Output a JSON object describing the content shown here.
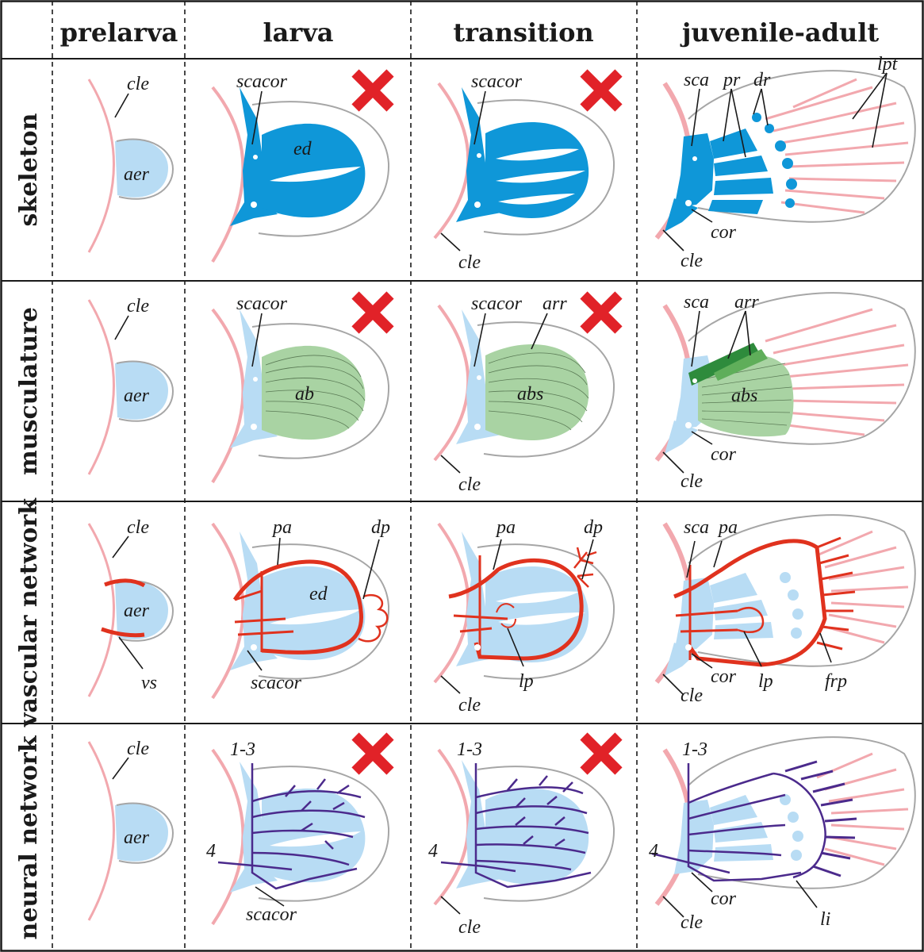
{
  "columns": [
    "prelarva",
    "larva",
    "transition",
    "juvenile-adult"
  ],
  "rows": [
    "skeleton",
    "musculature",
    "vascular network",
    "neural network"
  ],
  "labels": {
    "cle": "cle",
    "aer": "aer",
    "scacor": "scacor",
    "ed": "ed",
    "sca": "sca",
    "pr": "pr",
    "dr": "dr",
    "lpt": "lpt",
    "cor": "cor",
    "arr": "arr",
    "ab": "ab",
    "abs": "abs",
    "pa": "pa",
    "dp": "dp",
    "lp": "lp",
    "vs": "vs",
    "frp": "frp",
    "nerves13": "1-3",
    "nerve4": "4",
    "li": "li"
  },
  "colors": {
    "cleithrum": "#f2a8ae",
    "skeleton": "#0f97d8",
    "pale_skeleton": "#b8dcf4",
    "muscle": "#a9d3a3",
    "muscle_dark": "#2e8b3c",
    "vessel": "#e0321e",
    "nerve": "#4b2a8c",
    "absent_mark": "#e12228",
    "outline": "#a6a6a6"
  }
}
